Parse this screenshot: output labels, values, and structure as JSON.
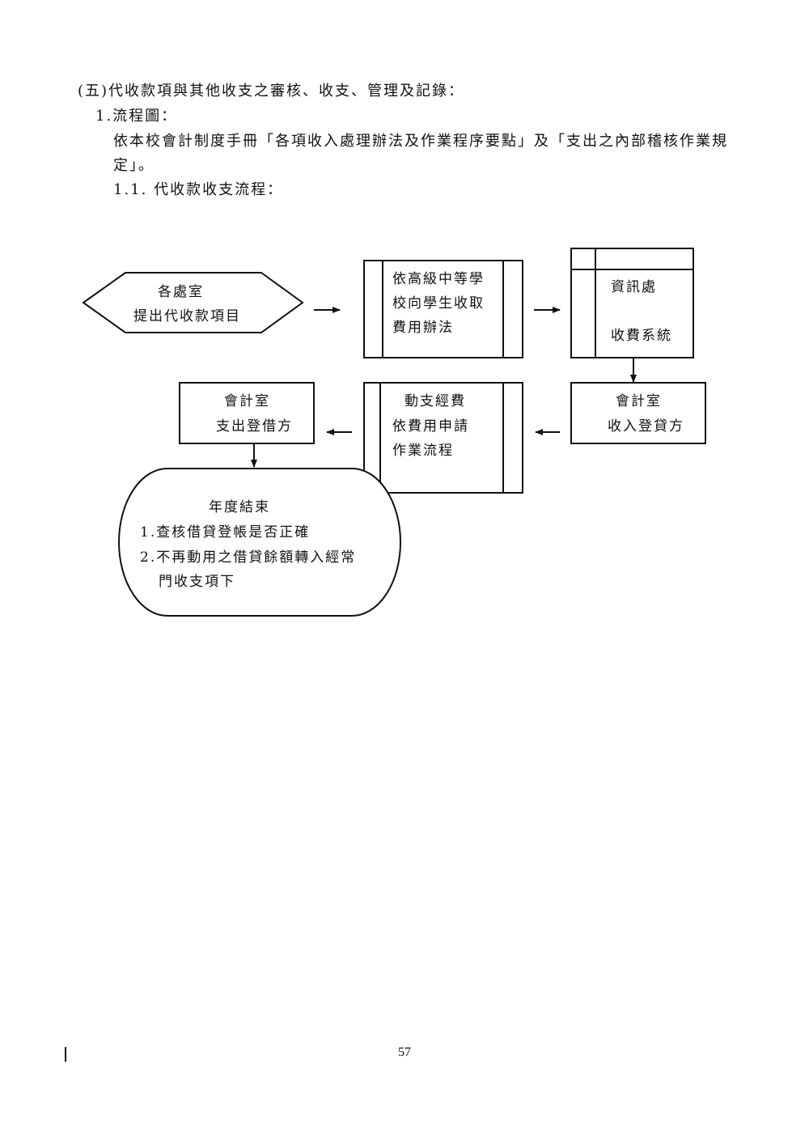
{
  "heading": {
    "section": "(五)代收款項與其他收支之審核、收支、管理及記錄：",
    "item": "1.流程圖：",
    "desc_line1": "依本校會計制度手冊「各項收入處理辦法及作業程序要點」及「支出之內部稽核作業規",
    "desc_line2": "定」。",
    "subitem": "1.1. 代收款收支流程："
  },
  "flow": {
    "start": {
      "line1": "各處室",
      "line2": "提出代收款項目"
    },
    "rules": {
      "line1": "依高級中等學",
      "line2": "校向學生收取",
      "line3": "費用辦法"
    },
    "system": {
      "line1": "資訊處",
      "line2": "收費系統"
    },
    "accounting_income": {
      "line1": "會計室",
      "line2": "收入登貸方"
    },
    "spending": {
      "line1": "動支經費",
      "line2": "依費用申請",
      "line3": "作業流程"
    },
    "accounting_expense": {
      "line1": "會計室",
      "line2": "支出登借方"
    },
    "year_end": {
      "line1": "年度結束",
      "line2": "1.查核借貸登帳是否正確",
      "line3": "2.不再動用之借貸餘額轉入經常",
      "line4": "門收支項下"
    }
  },
  "footer": {
    "page_number": "57"
  }
}
